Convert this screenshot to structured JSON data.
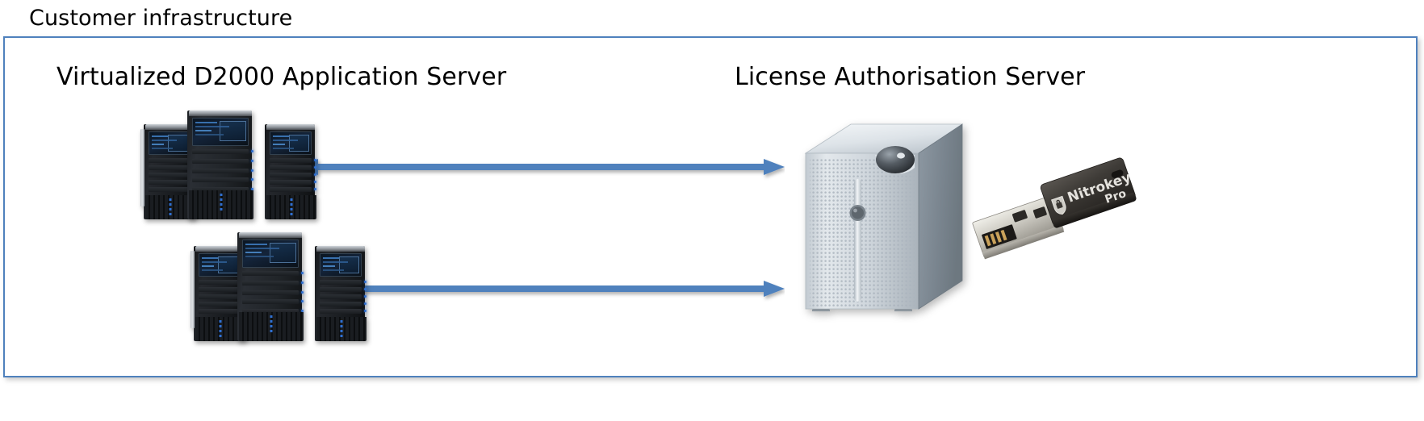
{
  "diagram": {
    "caption": "Customer infrastructure",
    "boundary_color": "#4f81bd",
    "arrow_color": "#4f81bd",
    "groups": [
      {
        "id": "left",
        "title": "Virtualized D2000 Application Server"
      },
      {
        "id": "right",
        "title": "License Authorisation Server"
      }
    ],
    "nodes": [
      {
        "id": "app-server-cluster-1",
        "type": "server-cluster",
        "label": "Virtualized D2000 Application Server",
        "tower_count": 3
      },
      {
        "id": "app-server-cluster-2",
        "type": "server-cluster",
        "label": "Virtualized D2000 Application Server",
        "tower_count": 3
      },
      {
        "id": "license-authorisation-server",
        "type": "tower-server",
        "label": "License Authorisation Server"
      },
      {
        "id": "nitrokey-dongle",
        "type": "usb-security-token",
        "brand": "Nitrokey",
        "model": "Pro",
        "label_line_1": "Nitrokey",
        "label_line_2": "Pro"
      }
    ],
    "connections": [
      {
        "id": "link-top",
        "from": "app-server-cluster-1",
        "to": "license-authorisation-server",
        "direction": "bidirectional",
        "style": "solid",
        "color": "#4f81bd"
      },
      {
        "id": "link-bottom",
        "from": "app-server-cluster-2",
        "to": "license-authorisation-server",
        "direction": "bidirectional",
        "style": "solid",
        "color": "#4f81bd"
      }
    ]
  }
}
